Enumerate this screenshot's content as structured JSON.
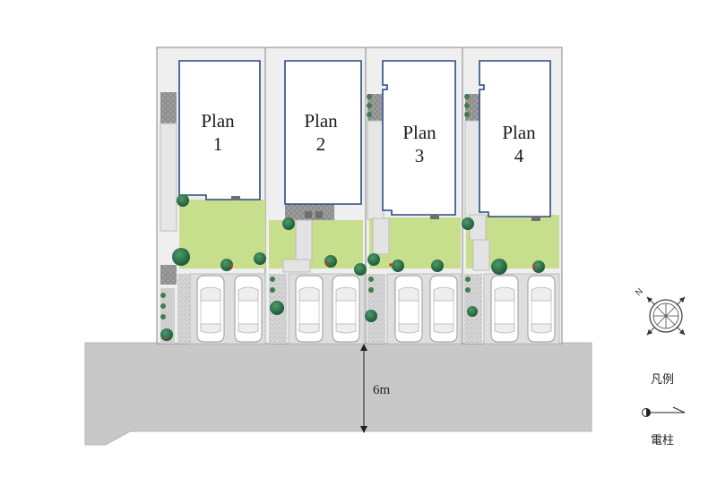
{
  "plans": [
    {
      "line1": "Plan",
      "line2": "1"
    },
    {
      "line1": "Plan",
      "line2": "2"
    },
    {
      "line1": "Plan",
      "line2": "3"
    },
    {
      "line1": "Plan",
      "line2": "4"
    }
  ],
  "road": {
    "width_label": "6m"
  },
  "compass": {
    "north": "N"
  },
  "legend": {
    "title": "凡例",
    "utility_pole": "電柱"
  },
  "colors": {
    "building_outline": "#2c4a86",
    "lawn": "#c7df8c",
    "road": "#c8c8c8",
    "parking": "#dedede"
  }
}
